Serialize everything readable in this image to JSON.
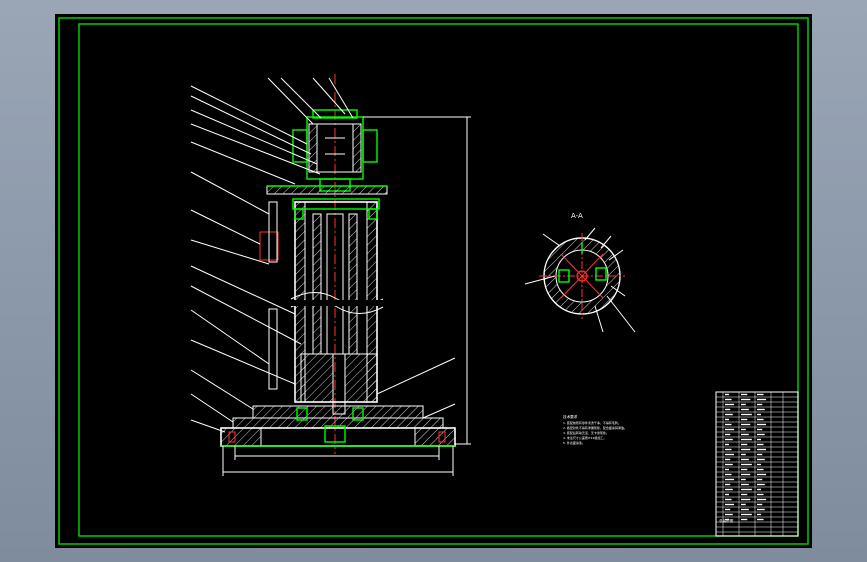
{
  "drawing": {
    "section_label": "A-A",
    "notes_title": "技术要求",
    "notes": [
      "1. 装配前所有零件清洗干净，不得有毛刺。",
      "2. 各密封处不得有渗漏现象，配合面涂润滑油。",
      "3. 装配后转动灵活，无卡滞现象。",
      "4. 未注尺寸公差按IT12级加工。",
      "5. 外表面涂漆。"
    ],
    "title_block_label": "总装配图"
  },
  "colors": {
    "sheet": "#000000",
    "outline": "#ffffff",
    "parts": "#00ff00",
    "centerline": "#ff3030",
    "frame": "#00cc00"
  }
}
